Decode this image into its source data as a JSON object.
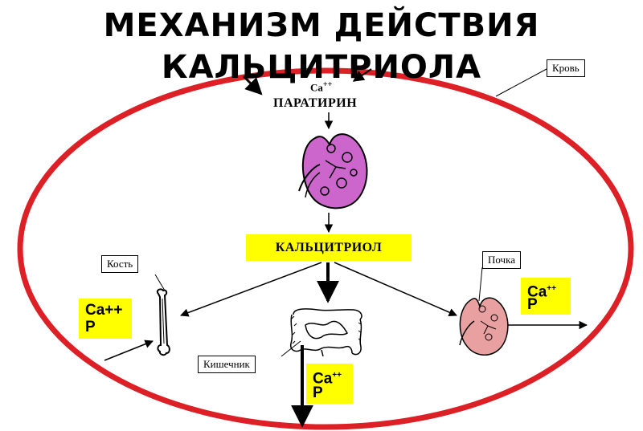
{
  "title": {
    "line1": "МЕХАНИЗМ ДЕЙСТВИЯ",
    "line2": "КАЛЬЦИТРИОЛА"
  },
  "labels": {
    "blood": "Кровь",
    "bone": "Кость",
    "kidney": "Почка",
    "intestine": "Кишечник"
  },
  "top_inputs": {
    "ca": "Ca",
    "ca_charge": "++",
    "pth": "ПАРАТИРИН"
  },
  "center": {
    "calcitriol": "КАЛЬЦИТРИОЛ"
  },
  "yellow_boxes": {
    "bone": {
      "line1": "Ca++",
      "line2": "P"
    },
    "kidney": {
      "ion": "Ca",
      "charge": "++",
      "line2": "P"
    },
    "intestine": {
      "ion": "Ca",
      "charge": "++",
      "line2": "P"
    }
  },
  "colors": {
    "ellipse": "#dd1f26",
    "highlight": "#ffff00",
    "kidney_main": "#cc66cc",
    "kidney_small": "#e8a0a0"
  },
  "icons": {
    "main_organ": "kidney-icon",
    "bone": "femur-bone-icon",
    "intestine": "intestine-icon",
    "small_kidney": "kidney-icon"
  }
}
